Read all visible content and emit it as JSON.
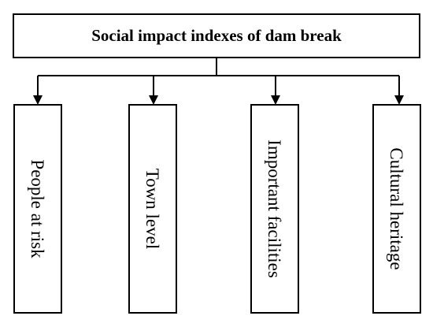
{
  "root": {
    "label": "Social impact indexes of dam break"
  },
  "children": [
    {
      "label": "People at risk"
    },
    {
      "label": "Town level"
    },
    {
      "label": "Important facilities"
    },
    {
      "label": "Cultural heritage"
    }
  ],
  "colors": {
    "stroke": "#000000",
    "background": "#ffffff"
  }
}
